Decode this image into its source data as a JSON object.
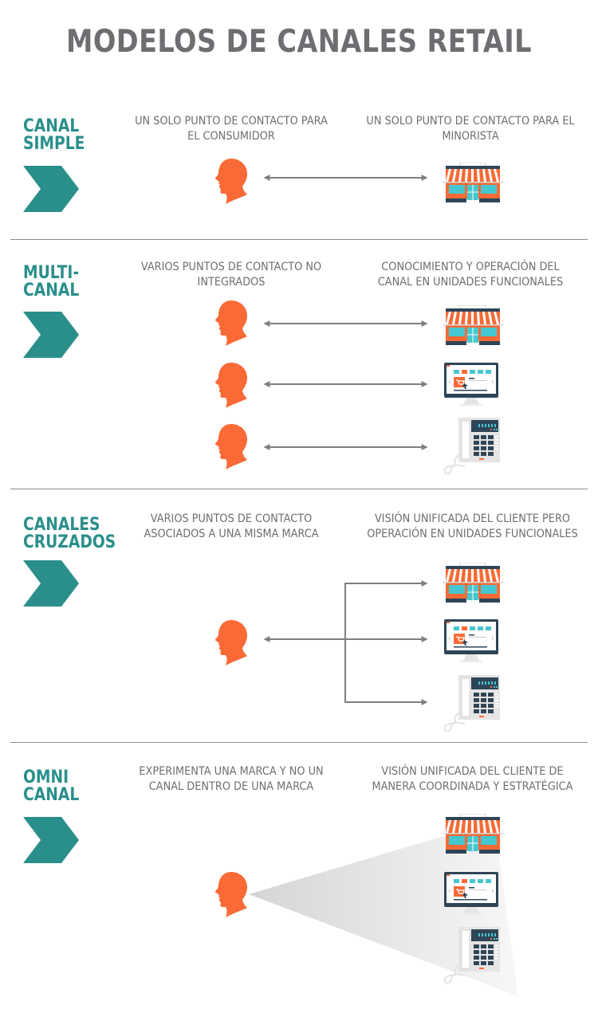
{
  "title": "MODELOS DE CANALES RETAIL",
  "colors": {
    "teal": "#2a8f8b",
    "orange": "#f96a36",
    "gray_text": "#6d6e71",
    "arrow": "#7f7f82",
    "navy": "#2e4557",
    "cyan": "#46c7cf"
  },
  "icons": {
    "consumer": "head-silhouette-icon",
    "store": "storefront-icon",
    "web": "computer-monitor-ecommerce-icon",
    "phone": "desk-telephone-icon",
    "section_marker": "chevron-right-icon"
  },
  "sections": [
    {
      "label": "CANAL\nSIMPLE",
      "consumer_text": "UN SOLO PUNTO DE CONTACTO PARA\nEL CONSUMIDOR",
      "retailer_text": "UN SOLO PUNTO DE CONTACTO PARA EL\nMINORISTA",
      "channels": [
        "store"
      ],
      "connection": "one-to-one"
    },
    {
      "label": "MULTI-\nCANAL",
      "consumer_text": "VARIOS PUNTOS DE CONTACTO NO\nINTEGRADOS",
      "retailer_text": "CONOCIMIENTO Y OPERACIÓN DEL\nCANAL EN UNIDADES FUNCIONALES",
      "channels": [
        "store",
        "web",
        "phone"
      ],
      "connection": "parallel"
    },
    {
      "label": "CANALES\nCRUZADOS",
      "consumer_text": "VARIOS PUNTOS DE CONTACTO\nASOCIADOS A UNA MISMA MARCA",
      "retailer_text": "VISIÓN UNIFICADA DEL CLIENTE PERO\nOPERACIÓN EN UNIDADES FUNCIONALES",
      "channels": [
        "store",
        "web",
        "phone"
      ],
      "connection": "branching"
    },
    {
      "label": "OMNI\nCANAL",
      "consumer_text": "EXPERIMENTA UNA MARCA Y NO UN\nCANAL DENTRO DE UNA MARCA",
      "retailer_text": "VISIÓN UNIFICADA DEL CLIENTE DE\nMANERA COORDINADA Y ESTRATÉGICA",
      "channels": [
        "store",
        "web",
        "phone"
      ],
      "connection": "cone"
    }
  ]
}
